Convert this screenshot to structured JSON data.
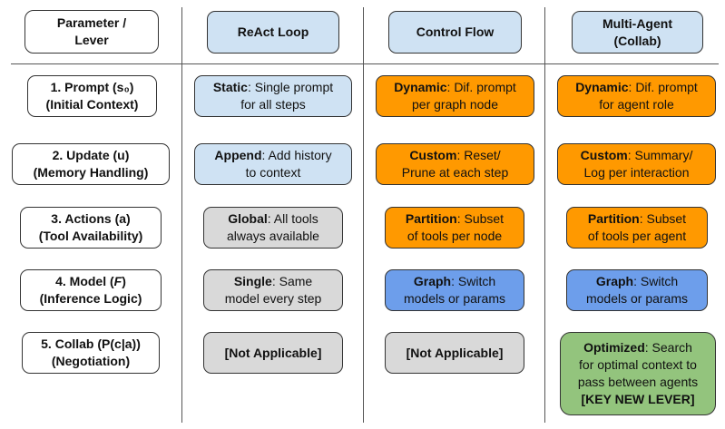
{
  "headers": [
    {
      "line1": "Parameter /",
      "line2": "Lever"
    },
    {
      "line1": "ReAct Loop",
      "line2": ""
    },
    {
      "line1": "Control Flow",
      "line2": ""
    },
    {
      "line1": "Multi-Agent",
      "line2": "(Collab)"
    }
  ],
  "rows": [
    {
      "param": {
        "line1": "1. Prompt (s₀)",
        "line2": "(Initial Context)"
      },
      "react": {
        "kw": "Static",
        "t1": ": Single prompt",
        "t2": "for all steps"
      },
      "control": {
        "kw": "Dynamic",
        "t1": ": Dif. prompt",
        "t2": "per graph node"
      },
      "multi": {
        "kw": "Dynamic",
        "t1": ": Dif. prompt",
        "t2": "for agent role"
      }
    },
    {
      "param": {
        "line1": "2. Update (u)",
        "line2": "(Memory Handling)"
      },
      "react": {
        "kw": "Append",
        "t1": ": Add history",
        "t2": "to context"
      },
      "control": {
        "kw": "Custom",
        "t1": ": Reset/",
        "t2": "Prune at each step"
      },
      "multi": {
        "kw": "Custom",
        "t1": ": Summary/",
        "t2": "Log per interaction"
      }
    },
    {
      "param": {
        "line1": "3. Actions (a)",
        "line2": "(Tool Availability)"
      },
      "react": {
        "kw": "Global",
        "t1": ": All tools",
        "t2": "always available"
      },
      "control": {
        "kw": "Partition",
        "t1": ": Subset",
        "t2": "of tools per node"
      },
      "multi": {
        "kw": "Partition",
        "t1": ": Subset",
        "t2": "of tools per agent"
      }
    },
    {
      "param": {
        "line1": "4. Model (",
        "line1_italic": "F",
        "line1_end": ")",
        "line2": "(Inference Logic)"
      },
      "react": {
        "kw": "Single",
        "t1": ": Same",
        "t2": "model every step"
      },
      "control": {
        "kw": "Graph",
        "t1": ": Switch",
        "t2": "models or params"
      },
      "multi": {
        "kw": "Graph",
        "t1": ": Switch",
        "t2": "models or params"
      }
    },
    {
      "param": {
        "line1": "5. Collab (P(c|a))",
        "line2": "(Negotiation)"
      },
      "react": {
        "text": "[Not Applicable]"
      },
      "control": {
        "text": "[Not Applicable]"
      },
      "multi": {
        "kw": "Optimized",
        "t1": ": Search",
        "t2": "for optimal context to",
        "t3": "pass between agents",
        "t4": "[KEY NEW LEVER]"
      }
    }
  ],
  "colors": {
    "blue_light": "#cfe2f3",
    "orange": "#ff9900",
    "grey": "#d9d9d9",
    "blue": "#6d9eeb",
    "green": "#93c47d"
  }
}
